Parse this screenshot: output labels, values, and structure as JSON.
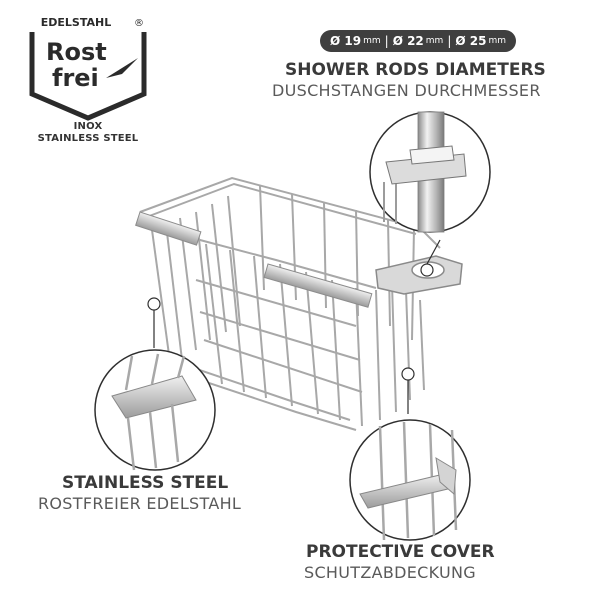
{
  "logo": {
    "top_label": "EDELSTAHL",
    "registered": "®",
    "line1": "Rost",
    "line2": "frei",
    "caption_line1": "INOX",
    "caption_line2": "STAINLESS STEEL"
  },
  "diameters": {
    "symbol": "Ø",
    "values": [
      "19",
      "22",
      "25"
    ],
    "unit": "mm",
    "separator": "|"
  },
  "features": [
    {
      "title": "SHOWER RODS DIAMETERS",
      "subtitle": "DUSCHSTANGEN DURCHMESSER"
    },
    {
      "title": "STAINLESS STEEL",
      "subtitle": "ROSTFREIER EDELSTAHL"
    },
    {
      "title": "PROTECTIVE COVER",
      "subtitle": "SCHUTZABDECKUNG"
    }
  ],
  "colors": {
    "text_dark": "#3a3a3a",
    "text_light": "#5a5a5a",
    "pill_bg": "#3f3f3f",
    "chrome": "#9a9a9a"
  }
}
